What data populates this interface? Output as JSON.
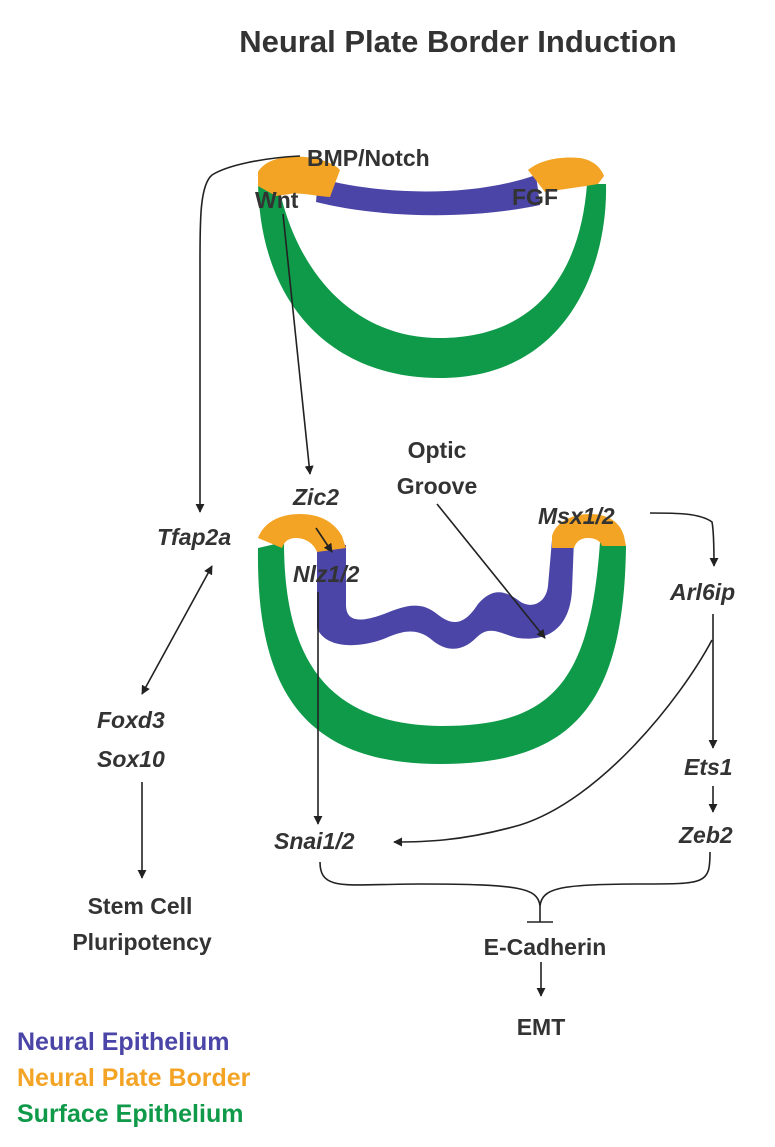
{
  "title": "Neural Plate Border Induction",
  "colors": {
    "neural_epithelium": "#4a45a6",
    "neural_plate_border": "#f4a425",
    "surface_epithelium": "#0f9a49",
    "text": "#333333",
    "arrow": "#222222"
  },
  "top_section": {
    "labels": {
      "bmp_notch": "BMP/Notch",
      "wnt": "Wnt",
      "fgf": "FGF"
    }
  },
  "bottom_section": {
    "labels": {
      "optic_groove_line1": "Optic",
      "optic_groove_line2": "Groove",
      "zic2": "Zic2",
      "nlz": "Nlz1/2",
      "msx": "Msx1/2",
      "tfap2a": "Tfap2a",
      "arl6ip": "Arl6ip",
      "foxd3": "Foxd3",
      "sox10": "Sox10",
      "ets1": "Ets1",
      "zeb2": "Zeb2",
      "snai": "Snai1/2",
      "stem_cell_line1": "Stem Cell",
      "stem_cell_line2": "Pluripotency",
      "e_cadherin": "E-Cadherin",
      "emt": "EMT"
    }
  },
  "legend": [
    {
      "label": "Neural Epithelium",
      "color": "#4a45a6"
    },
    {
      "label": "Neural Plate Border",
      "color": "#f4a425"
    },
    {
      "label": "Surface Epithelium",
      "color": "#0f9a49"
    }
  ]
}
